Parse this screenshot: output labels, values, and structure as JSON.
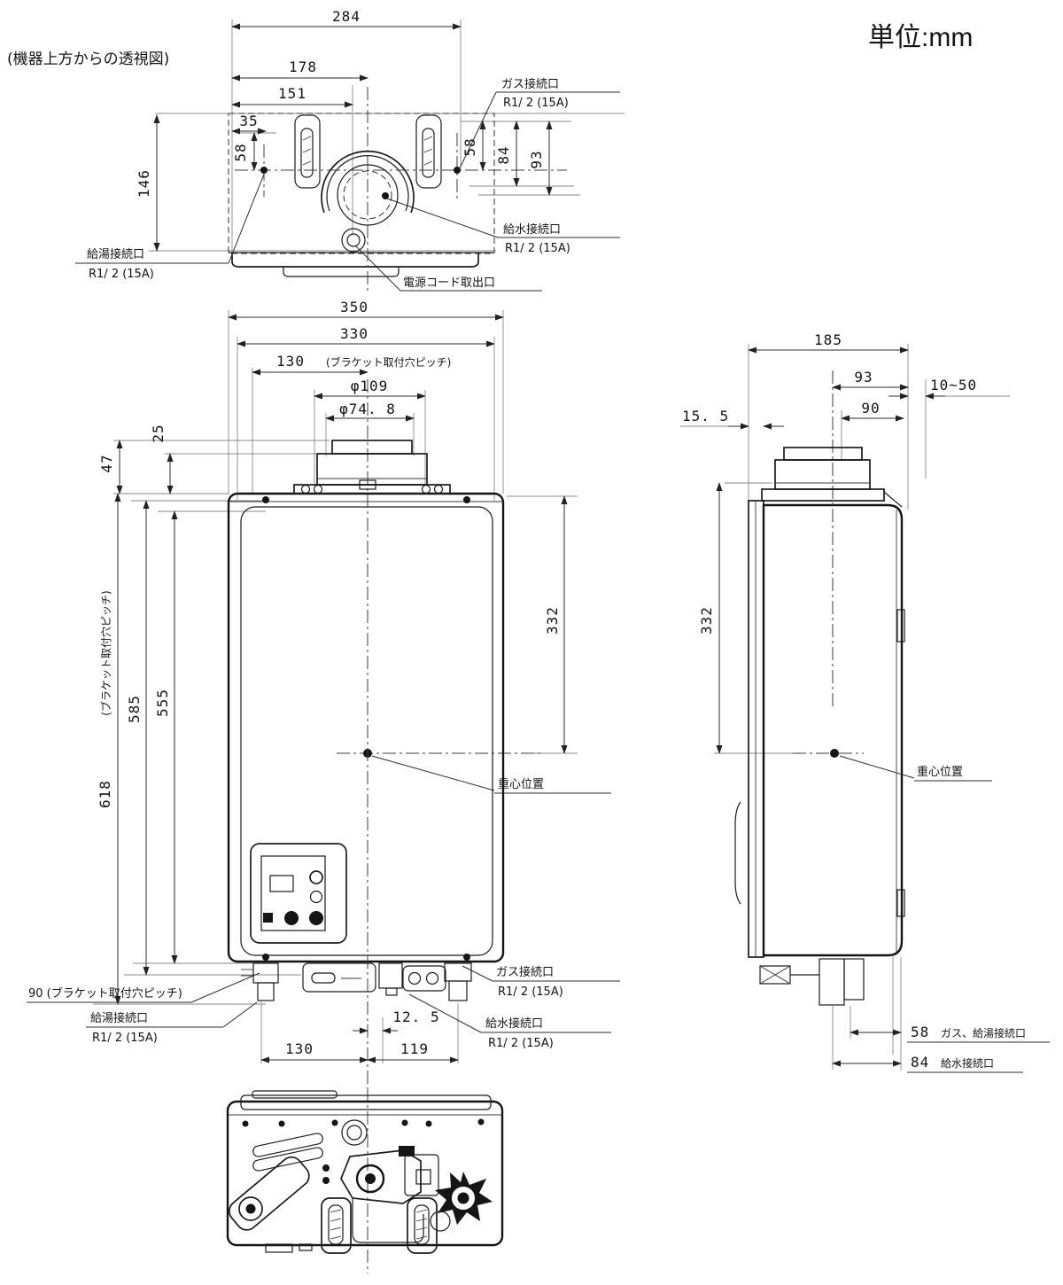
{
  "drawing": {
    "units_label": "単位:mm",
    "top_view": {
      "title": "(機器上方からの透視図)",
      "dims": {
        "w284": "284",
        "w178": "178",
        "w151": "151",
        "w35": "35",
        "h58_left": "58",
        "h146": "146",
        "h58_right": "58",
        "h84": "84",
        "h93": "93"
      },
      "ports": {
        "gas": {
          "name": "ガス接続口",
          "size": "R1/ 2 (15A)"
        },
        "water_inlet": {
          "name": "給水接続口",
          "size": "R1/ 2 (15A)"
        },
        "hot_water": {
          "name": "給湯接続口",
          "size": "R1/ 2 (15A)"
        },
        "power_cord": {
          "name": "電源コード取出口"
        }
      }
    },
    "front_view": {
      "dims": {
        "w350": "350",
        "w330": "330",
        "w130_top": "130",
        "bracket_note": "(ブラケット取付穴ピッチ)",
        "flue_outer_dia": "φ109",
        "flue_inner_dia": "φ74. 8",
        "h25": "25",
        "h47": "47",
        "h618": "618",
        "h585": "585",
        "h555": "555",
        "bracket_note_vertical": "(ブラケット取付穴ピッチ)",
        "h332": "332",
        "w90_note": "90 (ブラケット取付穴ピッチ)",
        "w130_bottom": "130",
        "w12_5": "12. 5",
        "w119": "119"
      },
      "labels": {
        "center_of_gravity": "重心位置",
        "hot_water": {
          "name": "給湯接続口",
          "size": "R1/ 2 (15A)"
        },
        "gas": {
          "name": "ガス接続口",
          "size": "R1/ 2 (15A)"
        },
        "water_inlet": {
          "name": "給水接続口",
          "size": "R1/ 2 (15A)"
        }
      }
    },
    "side_view": {
      "dims": {
        "w185": "185",
        "w93": "93",
        "w10_50": "10~50",
        "w90": "90",
        "w15_5": "15. 5",
        "h332": "332",
        "w58": "58",
        "w84": "84"
      },
      "labels": {
        "center_of_gravity": "重心位置",
        "gas_hot_water_ports": "ガス、給湯接続口",
        "water_inlet_port": "給水接続口"
      }
    }
  }
}
